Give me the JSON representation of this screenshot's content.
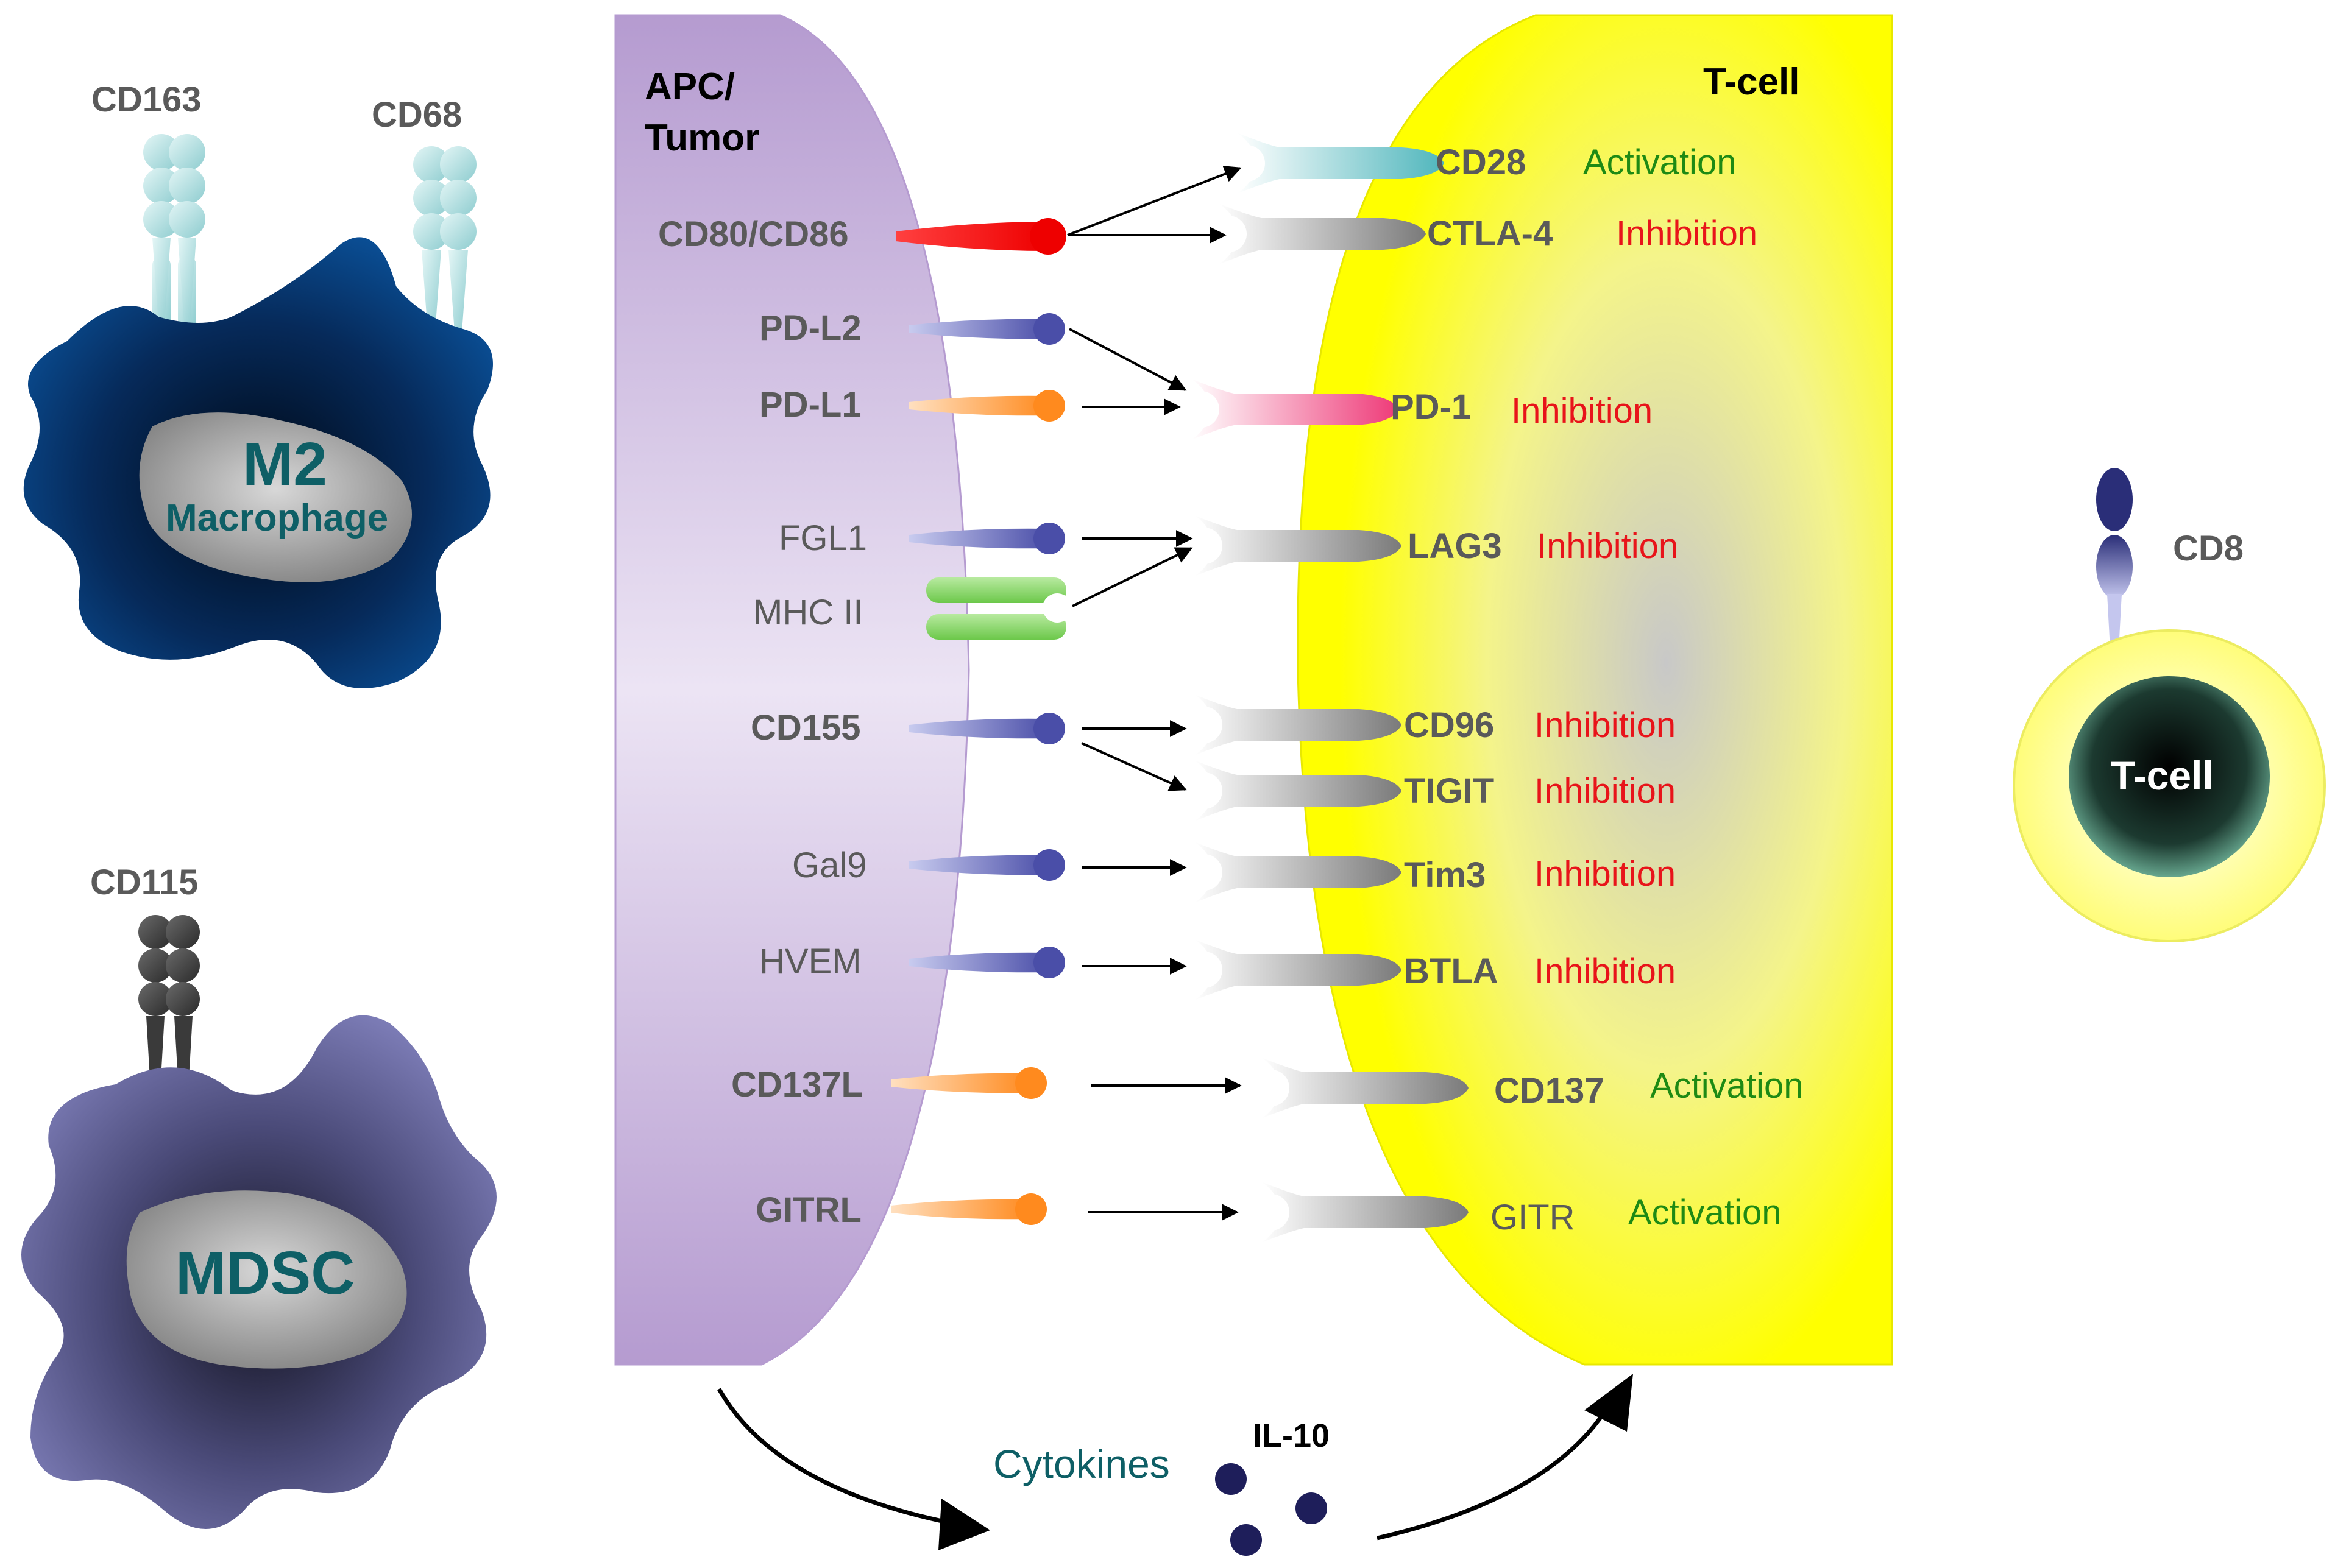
{
  "colors": {
    "apc_fill": "#b39ccf",
    "tcell_fill": "#ffff00",
    "macrophage_fill": "#0a4a8a",
    "mdsc_fill": "#6f6fa8",
    "nucleus_fill": "#9a9a9a",
    "activation_text": "#1e8a14",
    "inhibition_text": "#e8141a"
  },
  "macrophage": {
    "label_line1": "M2",
    "label_line2": "Macrophage",
    "marker1": "CD163",
    "marker2": "CD68"
  },
  "mdsc": {
    "label": "MDSC",
    "marker": "CD115"
  },
  "apc": {
    "title_line1": "APC/",
    "title_line2": "Tumor",
    "ligands": [
      "CD80/CD86",
      "PD-L2",
      "PD-L1",
      "FGL1",
      "MHC II",
      "CD155",
      "Gal9",
      "HVEM",
      "CD137L",
      "GITRL"
    ]
  },
  "tcell": {
    "title": "T-cell",
    "receptors": [
      {
        "name": "CD28",
        "effect": "Activation"
      },
      {
        "name": "CTLA-4",
        "effect": "Inhibition"
      },
      {
        "name": "PD-1",
        "effect": "Inhibition"
      },
      {
        "name": "LAG3",
        "effect": "Inhibition"
      },
      {
        "name": "CD96",
        "effect": "Inhibition"
      },
      {
        "name": "TIGIT",
        "effect": "Inhibition"
      },
      {
        "name": "Tim3",
        "effect": "Inhibition"
      },
      {
        "name": "BTLA",
        "effect": "Inhibition"
      },
      {
        "name": "CD137",
        "effect": "Activation"
      },
      {
        "name": "GITR",
        "effect": "Activation"
      }
    ]
  },
  "cytokines": {
    "label": "Cytokines",
    "il10": "IL-10"
  },
  "cd8_cell": {
    "marker": "CD8",
    "label": "T-cell"
  }
}
